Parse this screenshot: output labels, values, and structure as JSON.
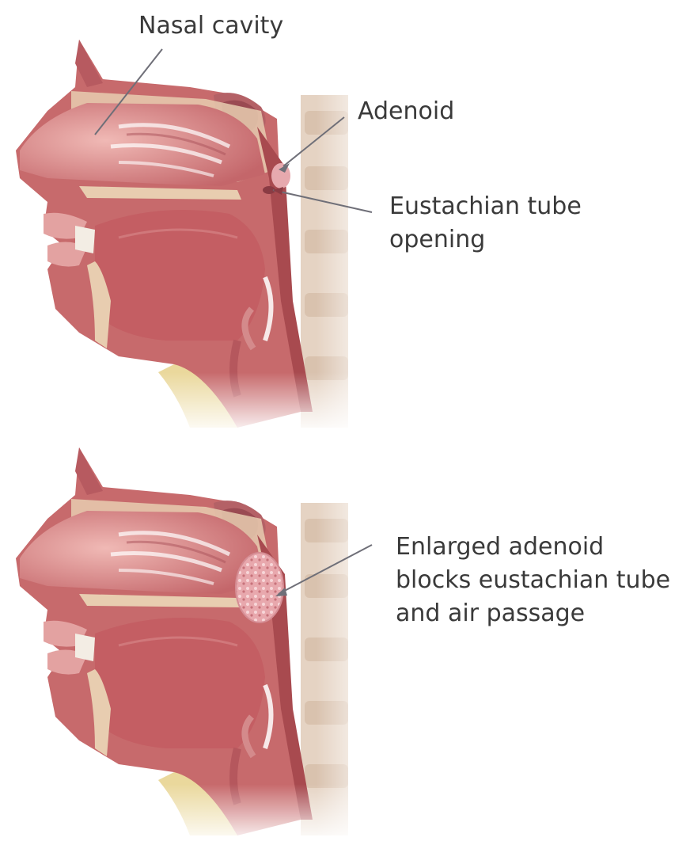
{
  "colors": {
    "background": "#ffffff",
    "tissue_dark": "#a84a4f",
    "tissue_mid": "#c76a6c",
    "tissue_light": "#e6a3a0",
    "bone": "#e8cdb0",
    "bone_dark": "#c99f84",
    "neck_yellow": "#ead89c",
    "label_text": "#3a3a3a",
    "leader_line": "#6f6f78"
  },
  "top_panel": {
    "labels": {
      "nasal_cavity": "Nasal cavity",
      "adenoid": "Adenoid",
      "eustachian_line1": "Eustachian tube",
      "eustachian_line2": "opening"
    }
  },
  "bottom_panel": {
    "labels": {
      "enlarged_line1": "Enlarged adenoid",
      "enlarged_line2": "blocks eustachian tube",
      "enlarged_line3": "and air passage"
    }
  }
}
